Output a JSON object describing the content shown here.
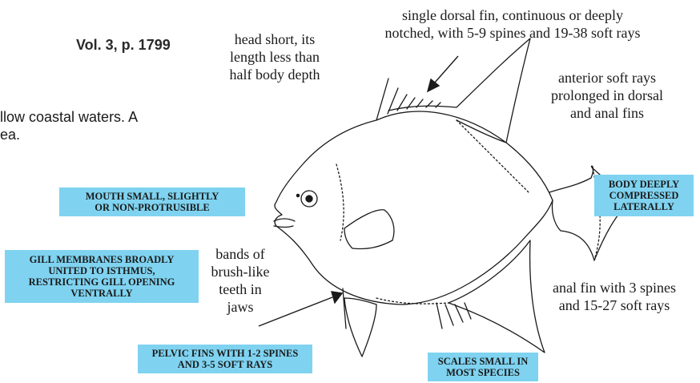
{
  "reference": "Vol. 3, p. 1799",
  "body_text": {
    "line1": "llow coastal waters. A",
    "line2": "ea."
  },
  "annotations": {
    "head": [
      "head short, its",
      "length less than",
      "half body depth"
    ],
    "dorsal": [
      "single dorsal fin, continuous or deeply",
      "notched, with 5-9 spines and 19-38 soft rays"
    ],
    "anterior": [
      "anterior soft rays",
      "prolonged in dorsal",
      "and anal fins"
    ],
    "teeth": [
      "bands of",
      "brush-like",
      "teeth in",
      "jaws"
    ],
    "anal": [
      "anal fin with 3 spines",
      "and 15-27 soft rays"
    ]
  },
  "boxes": {
    "mouth": [
      "MOUTH SMALL, SLIGHTLY",
      "OR NON-PROTRUSIBLE"
    ],
    "gill": [
      "GILL MEMBRANES BROADLY",
      "UNITED TO ISTHMUS,",
      "RESTRICTING GILL OPENING",
      "VENTRALLY"
    ],
    "body": [
      "BODY DEEPLY",
      "COMPRESSED",
      "LATERALLY"
    ],
    "pelvic": [
      "PELVIC FINS WITH 1-2 SPINES",
      "AND 3-5 SOFT RAYS"
    ],
    "scales": [
      "SCALES SMALL IN",
      "MOST SPECIES"
    ]
  },
  "colors": {
    "box_fill": "#7fd3f0",
    "ink": "#1a1a1a"
  }
}
